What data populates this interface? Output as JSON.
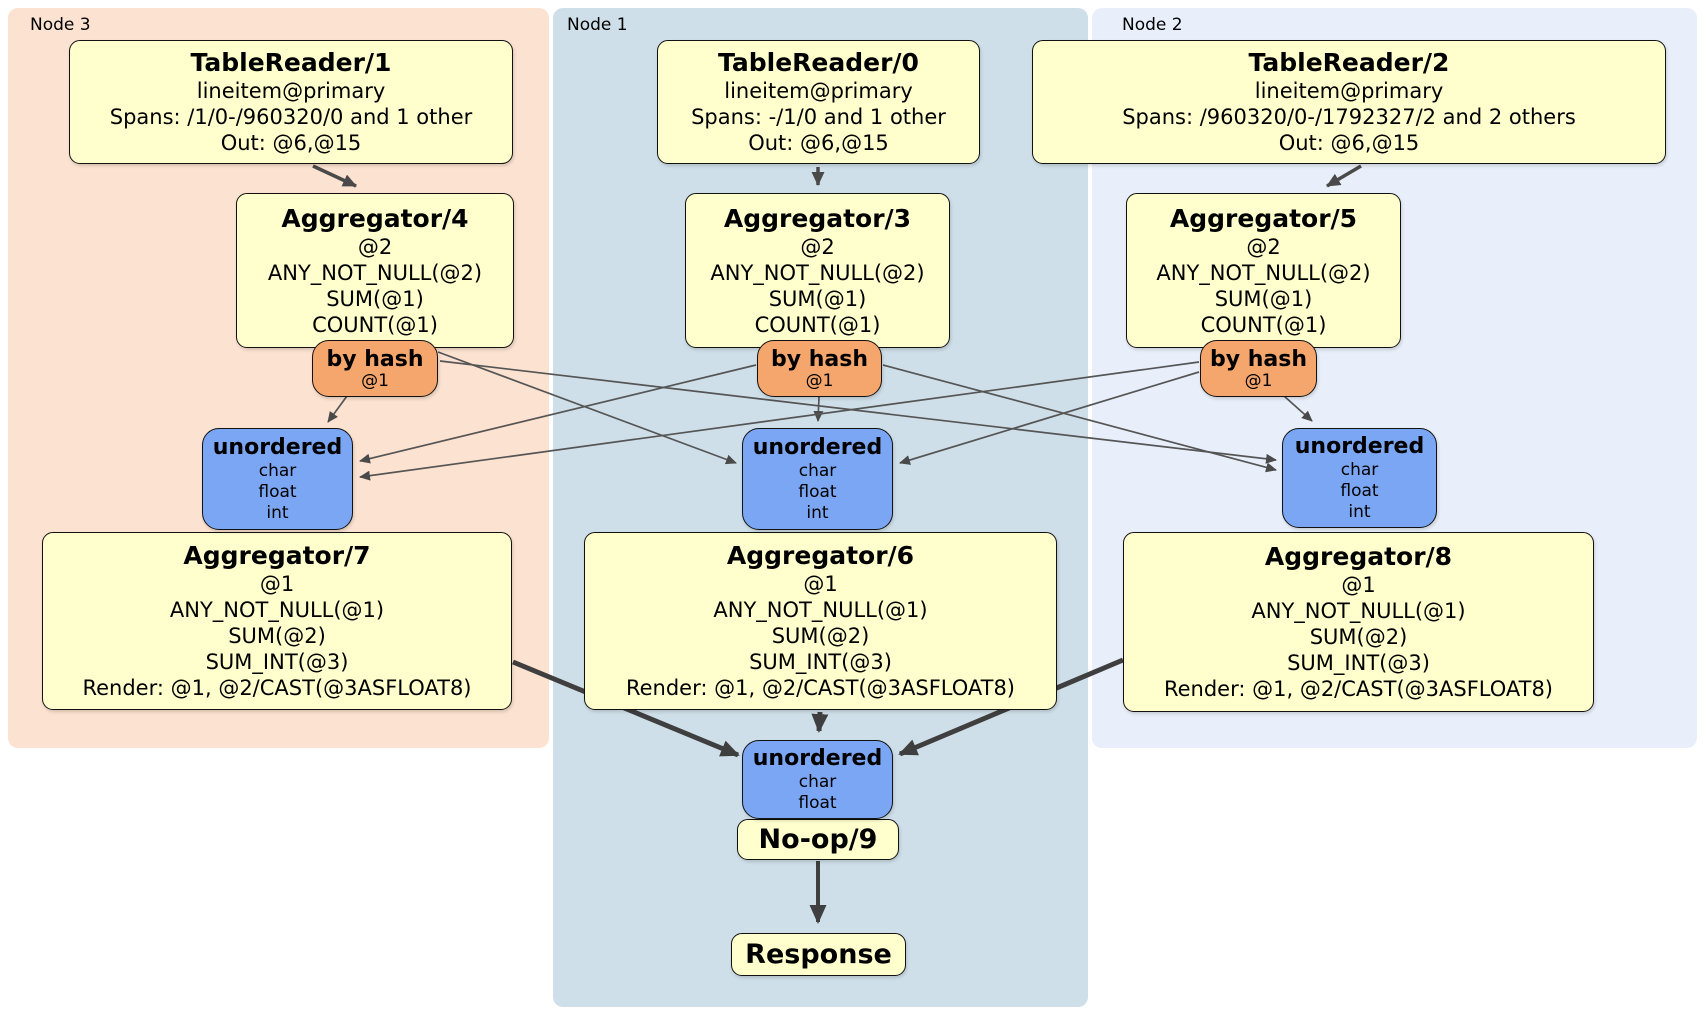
{
  "panels": {
    "node3": "Node 3",
    "node1": "Node 1",
    "node2": "Node 2"
  },
  "colors": {
    "peach": "#fce2d0",
    "node1bg": "#cfdfe9",
    "node2bg": "#e9effa",
    "yellow": "#ffffce",
    "orange": "#f4a66c",
    "blue": "#7aa6f3",
    "edge": "#555555",
    "edge_thick": "#3f3f3f",
    "border": "#111111"
  },
  "boxes": {
    "tr1": {
      "title": "TableReader/1",
      "lines": [
        "lineitem@primary",
        "Spans: /1/0-/960320/0 and 1 other",
        "Out: @6,@15"
      ]
    },
    "tr0": {
      "title": "TableReader/0",
      "lines": [
        "lineitem@primary",
        "Spans: -/1/0 and 1 other",
        "Out: @6,@15"
      ]
    },
    "tr2": {
      "title": "TableReader/2",
      "lines": [
        "lineitem@primary",
        "Spans: /960320/0-/1792327/2 and 2 others",
        "Out: @6,@15"
      ]
    },
    "agg4": {
      "title": "Aggregator/4",
      "lines": [
        "@2",
        "ANY_NOT_NULL(@2)",
        "SUM(@1)",
        "COUNT(@1)"
      ]
    },
    "agg3": {
      "title": "Aggregator/3",
      "lines": [
        "@2",
        "ANY_NOT_NULL(@2)",
        "SUM(@1)",
        "COUNT(@1)"
      ]
    },
    "agg5": {
      "title": "Aggregator/5",
      "lines": [
        "@2",
        "ANY_NOT_NULL(@2)",
        "SUM(@1)",
        "COUNT(@1)"
      ]
    },
    "bh3": {
      "title": "by hash",
      "sub": "@1"
    },
    "bh1": {
      "title": "by hash",
      "sub": "@1"
    },
    "bh2": {
      "title": "by hash",
      "sub": "@1"
    },
    "un3": {
      "title": "unordered",
      "lines": [
        "char",
        "float",
        "int"
      ]
    },
    "un1": {
      "title": "unordered",
      "lines": [
        "char",
        "float",
        "int"
      ]
    },
    "un2": {
      "title": "unordered",
      "lines": [
        "char",
        "float",
        "int"
      ]
    },
    "agg7": {
      "title": "Aggregator/7",
      "lines": [
        "@1",
        "ANY_NOT_NULL(@1)",
        "SUM(@2)",
        "SUM_INT(@3)",
        "Render: @1, @2/CAST(@3ASFLOAT8)"
      ]
    },
    "agg6": {
      "title": "Aggregator/6",
      "lines": [
        "@1",
        "ANY_NOT_NULL(@1)",
        "SUM(@2)",
        "SUM_INT(@3)",
        "Render: @1, @2/CAST(@3ASFLOAT8)"
      ]
    },
    "agg8": {
      "title": "Aggregator/8",
      "lines": [
        "@1",
        "ANY_NOT_NULL(@1)",
        "SUM(@2)",
        "SUM_INT(@3)",
        "Render: @1, @2/CAST(@3ASFLOAT8)"
      ]
    },
    "unf": {
      "title": "unordered",
      "lines": [
        "char",
        "float"
      ]
    },
    "noop": {
      "title": "No-op/9"
    },
    "resp": {
      "title": "Response"
    }
  }
}
